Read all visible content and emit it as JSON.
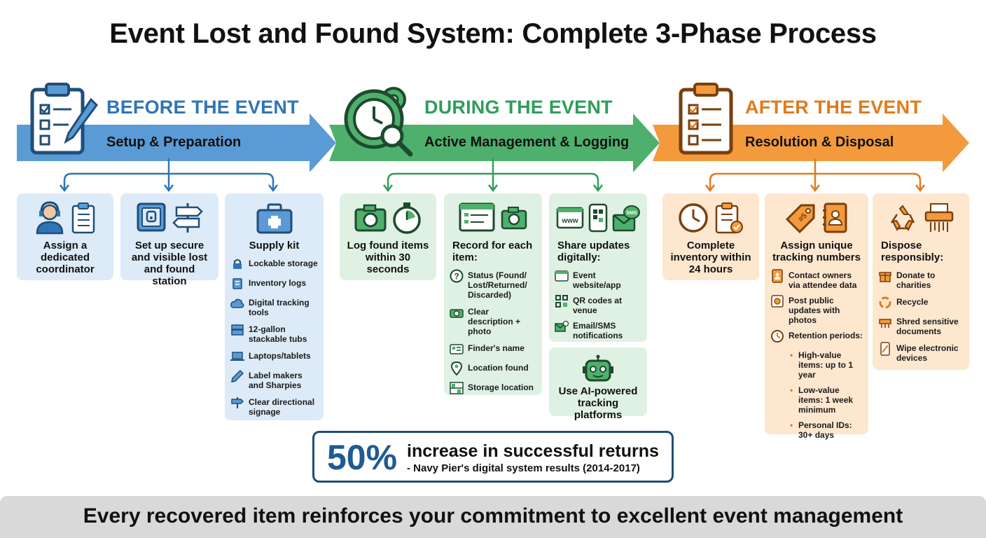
{
  "title": "Event Lost and Found System: Complete 3-Phase Process",
  "colors": {
    "blue": "#2f75b5",
    "green": "#2e9e5b",
    "orange": "#e07b1c",
    "dark_navy": "#1f4e79"
  },
  "phases": [
    {
      "title": "BEFORE THE EVENT",
      "subtitle": "Setup & Preparation",
      "icon": "clipboard-checklist-icon",
      "cards": [
        {
          "label": "Assign a dedicated coordinator",
          "icons": [
            "headset-person-icon",
            "clipboard-icon"
          ]
        },
        {
          "label": "Set up secure and visible lost and found station",
          "icons": [
            "safe-icon",
            "signpost-icon"
          ]
        },
        {
          "label": "Supply kit",
          "icons": [
            "toolbox-icon"
          ],
          "items": [
            {
              "icon": "lock-icon",
              "text": "Lockable storage"
            },
            {
              "icon": "logbook-icon",
              "text": "Inventory logs"
            },
            {
              "icon": "cloud-icon",
              "text": "Digital tracking tools"
            },
            {
              "icon": "tubs-icon",
              "text": "12-gallon stackable tubs"
            },
            {
              "icon": "laptop-icon",
              "text": "Laptops/tablets"
            },
            {
              "icon": "marker-icon",
              "text": "Label makers and Sharpies"
            },
            {
              "icon": "sign-icon",
              "text": "Clear directional signage"
            }
          ]
        }
      ]
    },
    {
      "title": "DURING THE EVENT",
      "subtitle": "Active Management & Logging",
      "icon": "gear-clock-magnifier-icon",
      "cards": [
        {
          "label": "Log found items within 30 seconds",
          "icons": [
            "camera-icon",
            "stopwatch-icon"
          ]
        },
        {
          "label": "Record for each item:",
          "icons": [
            "form-icon",
            "camera-icon"
          ],
          "items": [
            {
              "icon": "question-icon",
              "text": "Status (Found/ Lost/Returned/ Discarded)"
            },
            {
              "icon": "camera-icon",
              "text": "Clear description + photo"
            },
            {
              "icon": "id-card-icon",
              "text": "Finder's name"
            },
            {
              "icon": "location-pin-icon",
              "text": "Location found"
            },
            {
              "icon": "shelf-icon",
              "text": "Storage location"
            }
          ]
        },
        {
          "label": "Share updates digitally:",
          "icons": [
            "www-icon",
            "qr-phone-icon",
            "sms-envelope-icon"
          ],
          "items": [
            {
              "icon": "browser-icon",
              "text": "Event website/app"
            },
            {
              "icon": "qr-icon",
              "text": "QR codes at venue"
            },
            {
              "icon": "email-sms-icon",
              "text": "Email/SMS notifications"
            }
          ]
        },
        {
          "label": "Use AI-powered tracking platforms",
          "icons": [
            "robot-icon"
          ]
        }
      ]
    },
    {
      "title": "AFTER THE EVENT",
      "subtitle": "Resolution & Disposal",
      "icon": "clipboard-checklist-icon",
      "cards": [
        {
          "label": "Complete inventory within 24 hours",
          "icons": [
            "clock-icon",
            "clipboard-check-icon"
          ]
        },
        {
          "label": "Assign unique tracking numbers",
          "icons": [
            "tag-icon",
            "contact-book-icon"
          ],
          "items": [
            {
              "icon": "contact-icon",
              "text": "Contact owners via attendee data"
            },
            {
              "icon": "photo-post-icon",
              "text": "Post public updates with photos"
            },
            {
              "icon": "history-icon",
              "text": "Retention periods:"
            }
          ],
          "subitems": [
            "High-value items: up to 1 year",
            "Low-value items: 1 week minimum",
            "Personal IDs: 30+ days"
          ]
        },
        {
          "label": "Dispose responsibly:",
          "icons": [
            "recycle-icon",
            "shredder-icon"
          ],
          "items": [
            {
              "icon": "gift-icon",
              "text": "Donate to charities"
            },
            {
              "icon": "recycle-icon",
              "text": "Recycle"
            },
            {
              "icon": "shredder-icon",
              "text": "Shred sensitive documents"
            },
            {
              "icon": "wipe-device-icon",
              "text": "Wipe electronic devices"
            }
          ]
        }
      ]
    }
  ],
  "stat": {
    "number": "50%",
    "text": "increase in successful returns",
    "source": "- Navy Pier's digital system results (2014-2017)"
  },
  "footer": "Every recovered item reinforces your commitment to excellent event management"
}
